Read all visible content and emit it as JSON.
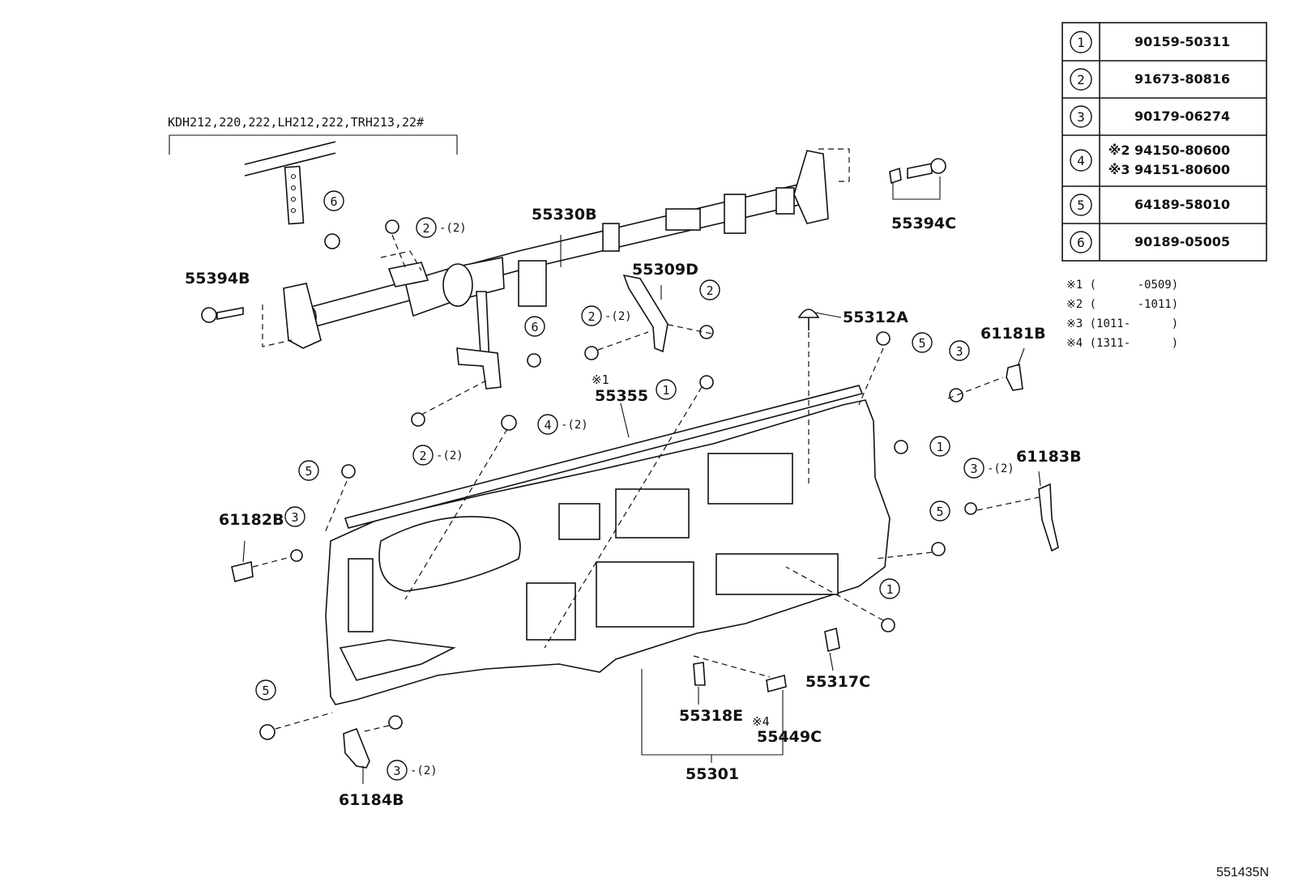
{
  "model_note": "KDH212,220,222,LH212,222,TRH213,22#",
  "diagram_id": "551435N",
  "legend": [
    {
      "key": "1",
      "lines": [
        "90159-50311"
      ]
    },
    {
      "key": "2",
      "lines": [
        "91673-80816"
      ]
    },
    {
      "key": "3",
      "lines": [
        "90179-06274"
      ]
    },
    {
      "key": "4",
      "lines": [
        "※2 94150-80600",
        "※3 94151-80600"
      ]
    },
    {
      "key": "5",
      "lines": [
        "64189-58010"
      ]
    },
    {
      "key": "6",
      "lines": [
        "90189-05005"
      ]
    }
  ],
  "footnotes": [
    "※1 (      -0509)",
    "※2 (      -1011)",
    "※3 (1011-      )",
    "※4 (1311-      )"
  ],
  "part_labels": {
    "p55330B": "55330B",
    "p55394B": "55394B",
    "p55394C": "55394C",
    "p55309D": "55309D",
    "p55312A": "55312A",
    "p61181B": "61181B",
    "p55355": "55355",
    "p55355_note": "※1",
    "p61183B": "61183B",
    "p61182B": "61182B",
    "p55317C": "55317C",
    "p55318E": "55318E",
    "p55449C": "55449C",
    "p55449C_note": "※4",
    "p55301": "55301",
    "p61184B": "61184B"
  },
  "callouts": [
    {
      "id": "c6a",
      "num": "6",
      "qty": ""
    },
    {
      "id": "c2a",
      "num": "2",
      "qty": "-(2)"
    },
    {
      "id": "c6b",
      "num": "6",
      "qty": ""
    },
    {
      "id": "c2b",
      "num": "2",
      "qty": "-(2)"
    },
    {
      "id": "c2c",
      "num": "2",
      "qty": ""
    },
    {
      "id": "c5a",
      "num": "5",
      "qty": ""
    },
    {
      "id": "c3a",
      "num": "3",
      "qty": ""
    },
    {
      "id": "c1a",
      "num": "1",
      "qty": ""
    },
    {
      "id": "c4a",
      "num": "4",
      "qty": "-(2)"
    },
    {
      "id": "c2d",
      "num": "2",
      "qty": "-(2)"
    },
    {
      "id": "c5b",
      "num": "5",
      "qty": ""
    },
    {
      "id": "c1b",
      "num": "1",
      "qty": ""
    },
    {
      "id": "c3b",
      "num": "3",
      "qty": "-(2)"
    },
    {
      "id": "c3c",
      "num": "3",
      "qty": ""
    },
    {
      "id": "c5c",
      "num": "5",
      "qty": ""
    },
    {
      "id": "c1c",
      "num": "1",
      "qty": ""
    },
    {
      "id": "c5d",
      "num": "5",
      "qty": ""
    },
    {
      "id": "c3d",
      "num": "3",
      "qty": "-(2)"
    }
  ]
}
